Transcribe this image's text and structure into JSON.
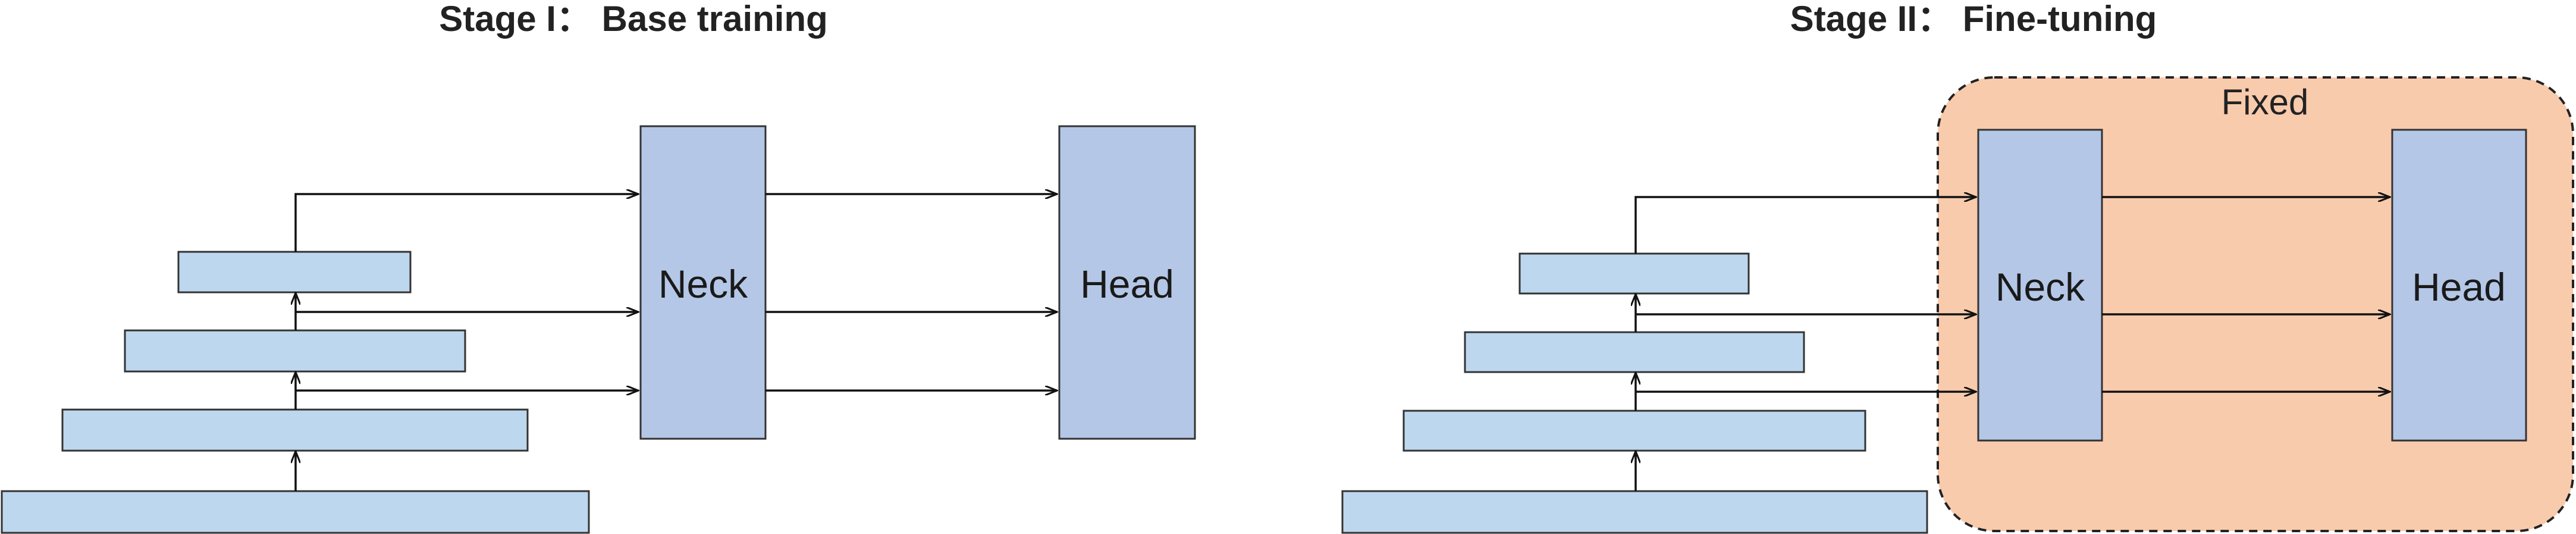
{
  "stage1": {
    "title": "Stage I： Base training",
    "neck_label": "Neck",
    "head_label": "Head"
  },
  "stage2": {
    "title": "Stage II： Fine-tuning",
    "neck_label": "Neck",
    "head_label": "Head",
    "fixed_label": "Fixed"
  },
  "colors": {
    "backbone_layer": "#bdd7ee",
    "module_block": "#b4c7e7",
    "fixed_region": "#f8cbad",
    "outline": "#333333"
  }
}
